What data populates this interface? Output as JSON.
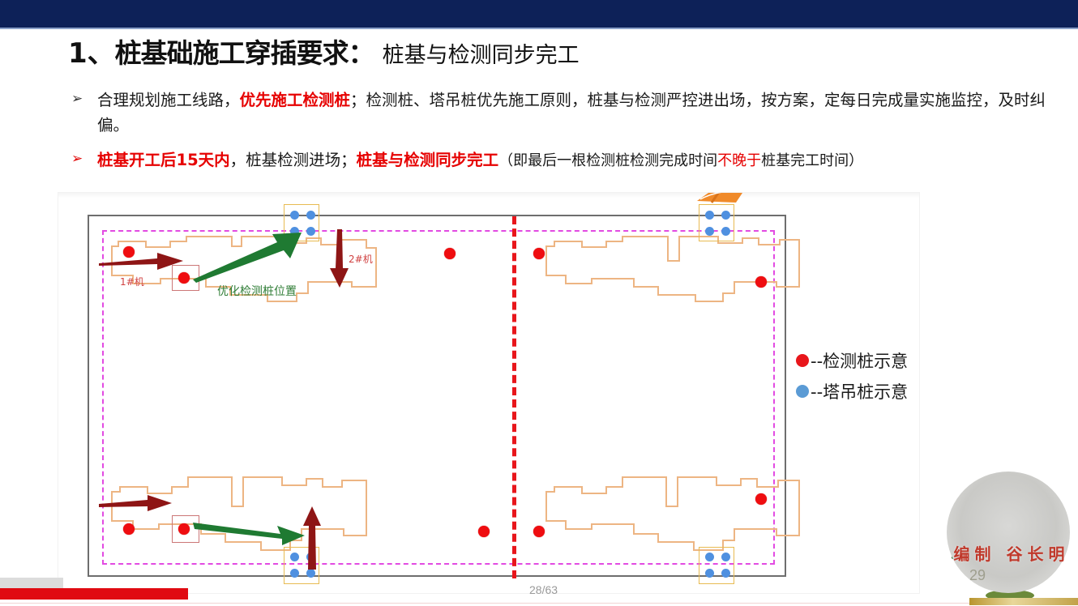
{
  "slide": {
    "title_number": "1、",
    "title_main": "桩基础施工穿插要求：",
    "title_sub": "桩基与检测同步完工",
    "page_indicator": "28/63",
    "header_color": "#0d2158",
    "accent_red": "#e60000"
  },
  "bullets": [
    {
      "marker": "➢",
      "marker_color": "black",
      "segments": [
        {
          "text": "合理规划施工线路，",
          "style": "plain"
        },
        {
          "text": "优先施工检测桩",
          "style": "red-bold"
        },
        {
          "text": "；检测桩、塔吊桩优先施工原则，桩基与检测严控进出场，按方案，定每日完成量实施监控，及时纠偏。",
          "style": "plain"
        }
      ]
    },
    {
      "marker": "➢",
      "marker_color": "red",
      "segments": [
        {
          "text": "桩基开工后15天内",
          "style": "red-bold"
        },
        {
          "text": "，桩基检测进场；",
          "style": "plain"
        },
        {
          "text": "桩基与检测同步完工",
          "style": "red-bold"
        },
        {
          "text": "（即最后一根检测桩检测完成时间",
          "style": "plain-small"
        },
        {
          "text": "不晚于",
          "style": "red-small"
        },
        {
          "text": "桩基完工时间）",
          "style": "plain-small"
        }
      ]
    }
  ],
  "diagram": {
    "site_boundary_color": "#6e6e6e",
    "fence_color": "#e24be2",
    "divider_color": "#e8161b",
    "building_color": "#edb583",
    "labels": [
      {
        "id": "machine-1",
        "text": "1#机",
        "color": "#d04040"
      },
      {
        "id": "machine-2",
        "text": "2#机",
        "color": "#d04040"
      },
      {
        "id": "optimize-note",
        "text": "优化检测桩位置",
        "color": "#2f7d36"
      }
    ]
  },
  "legend": {
    "items": [
      {
        "dot": "red",
        "color": "#e8161b",
        "label": "--检测桩示意"
      },
      {
        "dot": "blue",
        "color": "#5b9bd5",
        "label": "--塔吊桩示意"
      }
    ]
  },
  "watermark": {
    "text": "编制 谷长明",
    "number": "29"
  }
}
